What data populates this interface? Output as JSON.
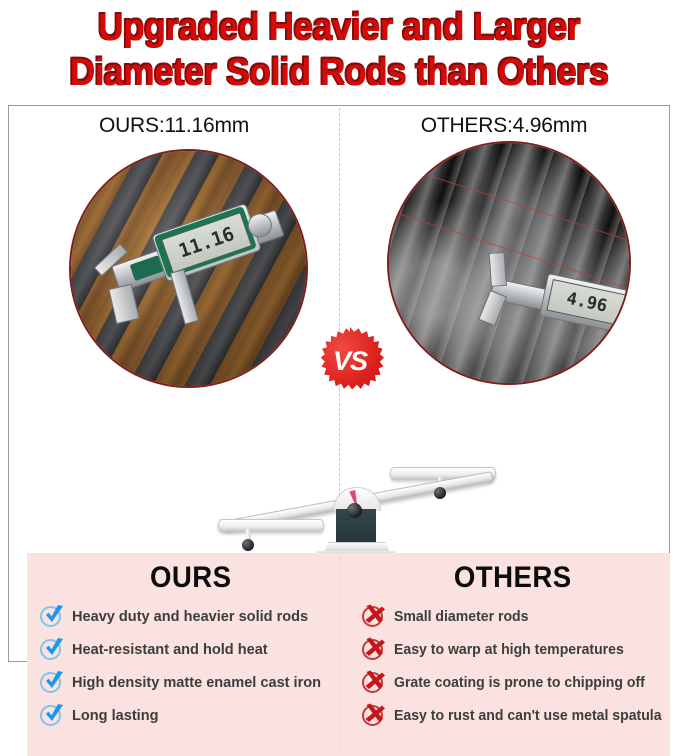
{
  "title": {
    "line1": "Upgraded Heavier and Larger",
    "line2": "Diameter Solid Rods than Others",
    "color": "#d40b08",
    "shadow_color": "#7d0d0d"
  },
  "measurements": {
    "ours_label": "OURS:11.16mm",
    "others_label": "OTHERS:4.96mm"
  },
  "photos": {
    "ours": {
      "caliper_reading": "11.16",
      "description": "digital-caliper-measuring-thick-grill-rod"
    },
    "others": {
      "caliper_reading": "4.96",
      "description": "digital-caliper-measuring-thin-rusty-grill-rod"
    }
  },
  "vs_badge": {
    "label": "VS",
    "color": "#d91f1b"
  },
  "scale": {
    "description": "balance-scale-tilted-left",
    "needle_color": "#e0447c",
    "column_color": "#2b3f43"
  },
  "comparison": {
    "accent_background": "#f9e2e0",
    "ours": {
      "heading": "OURS",
      "icon": "check-icon",
      "icon_color": "#1a9ae6",
      "items": [
        "Heavy duty and heavier solid rods",
        "Heat-resistant and hold heat",
        "High density matte enamel cast iron",
        "Long lasting"
      ]
    },
    "others": {
      "heading": "OTHERS",
      "icon": "cross-icon",
      "icon_color": "#c4161c",
      "items": [
        "Small diameter rods",
        "Easy to warp at high temperatures",
        "Grate coating is prone to chipping off",
        "Easy to rust and can't use metal spatula"
      ]
    }
  }
}
